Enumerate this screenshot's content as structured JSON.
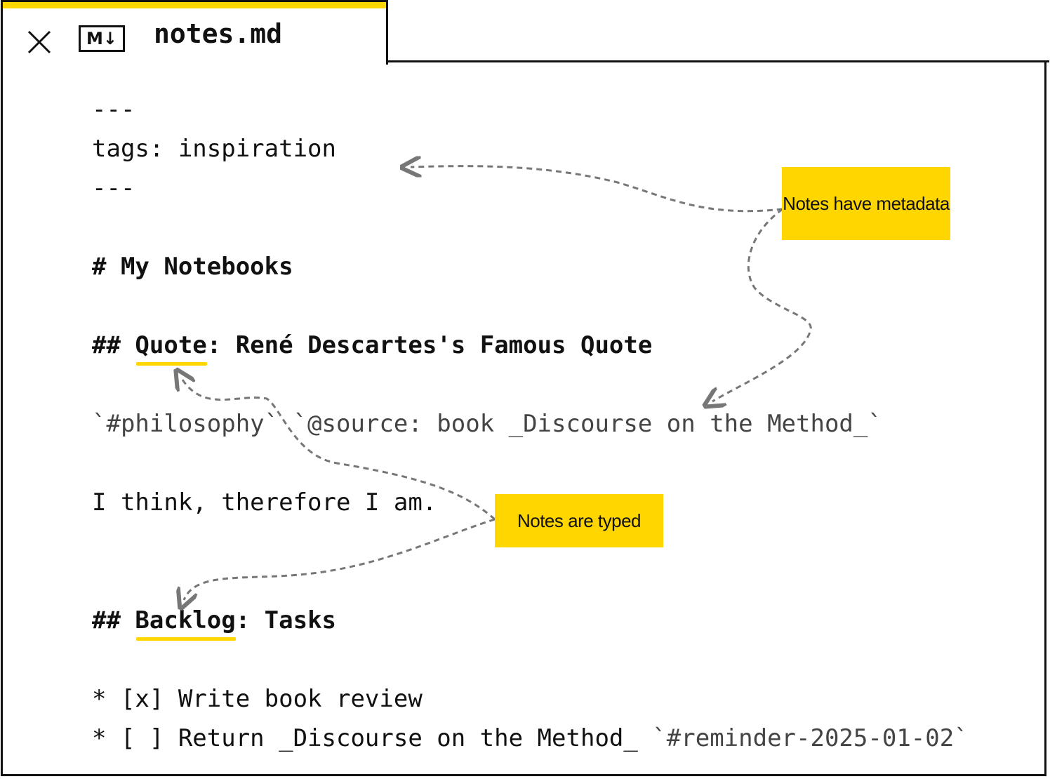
{
  "tab": {
    "title": "notes.md",
    "icon_label": "M↓",
    "close_icon": "close-icon"
  },
  "editor": {
    "lines": {
      "frontmatter_open": "---",
      "frontmatter_tags": "tags: inspiration",
      "frontmatter_close": "---",
      "h1": "# My Notebooks",
      "h2_quote_prefix": "## ",
      "h2_quote_type": "Quote",
      "h2_quote_rest": ": René Descartes's Famous Quote",
      "quote_meta": "`#philosophy` `@source: book _Discourse on the Method_`",
      "quote_body": "I think, therefore I am.",
      "h2_backlog_prefix": "## ",
      "h2_backlog_type": "Backlog",
      "h2_backlog_rest": ": Tasks",
      "task1": "* [x] Write book review",
      "task2_text": "* [ ] Return _Discourse on the Method_ ",
      "task2_tag": "`#reminder-2025-01-02`"
    }
  },
  "annotations": {
    "metadata": "Notes have metadata",
    "typed": "Notes are typed"
  },
  "colors": {
    "accent": "#FFD600",
    "border": "#111111",
    "arrow": "#777777"
  }
}
